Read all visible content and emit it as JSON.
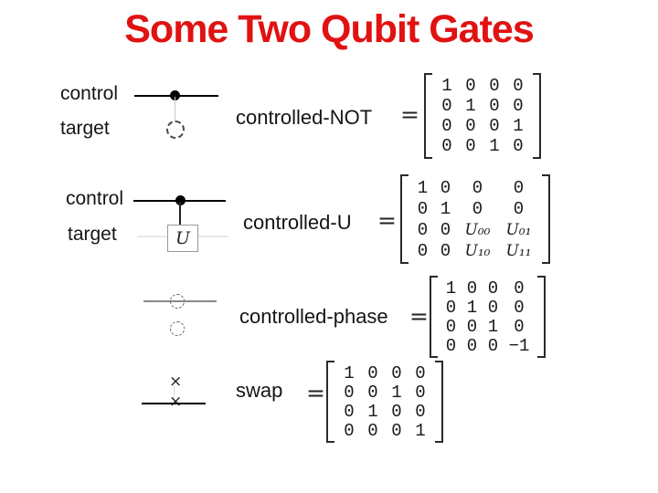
{
  "slide": {
    "title": "Some Two Qubit Gates",
    "title_color": "#e11212",
    "rows": [
      {
        "control_label": "control",
        "target_label": "target",
        "gate_label": "controlled-NOT",
        "equals": "=",
        "matrix": [
          [
            "1",
            "0",
            "0",
            "0"
          ],
          [
            "0",
            "1",
            "0",
            "0"
          ],
          [
            "0",
            "0",
            "0",
            "1"
          ],
          [
            "0",
            "0",
            "1",
            "0"
          ]
        ]
      },
      {
        "control_label": "control",
        "target_label": "target",
        "gate_label": "controlled-U",
        "gate_box_label": "U",
        "equals": "=",
        "matrix": [
          [
            "1",
            "0",
            "0",
            "0"
          ],
          [
            "0",
            "1",
            "0",
            "0"
          ],
          [
            "0",
            "0",
            "U₀₀",
            "U₀₁"
          ],
          [
            "0",
            "0",
            "U₁₀",
            "U₁₁"
          ]
        ]
      },
      {
        "gate_label": "controlled-phase",
        "equals": "=",
        "matrix": [
          [
            "1",
            "0",
            "0",
            "0"
          ],
          [
            "0",
            "1",
            "0",
            "0"
          ],
          [
            "0",
            "0",
            "1",
            "0"
          ],
          [
            "0",
            "0",
            "0",
            "−1"
          ]
        ]
      },
      {
        "gate_label": "swap",
        "equals": "=",
        "cross_glyph": "×",
        "matrix": [
          [
            "1",
            "0",
            "0",
            "0"
          ],
          [
            "0",
            "0",
            "1",
            "0"
          ],
          [
            "0",
            "1",
            "0",
            "0"
          ],
          [
            "0",
            "0",
            "0",
            "1"
          ]
        ]
      }
    ]
  }
}
